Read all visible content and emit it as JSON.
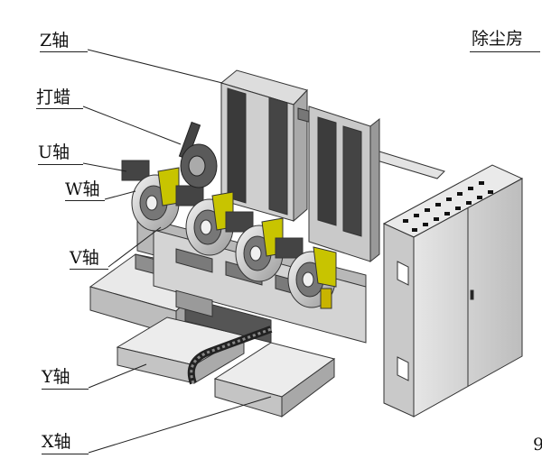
{
  "labels": {
    "z_axis": "Z轴",
    "waxing": "打蜡",
    "u_axis": "U轴",
    "w_axis": "W轴",
    "v_axis": "V轴",
    "y_axis": "Y轴",
    "x_axis": "X轴",
    "dust_room": "除尘房",
    "page_number": "9"
  }
}
